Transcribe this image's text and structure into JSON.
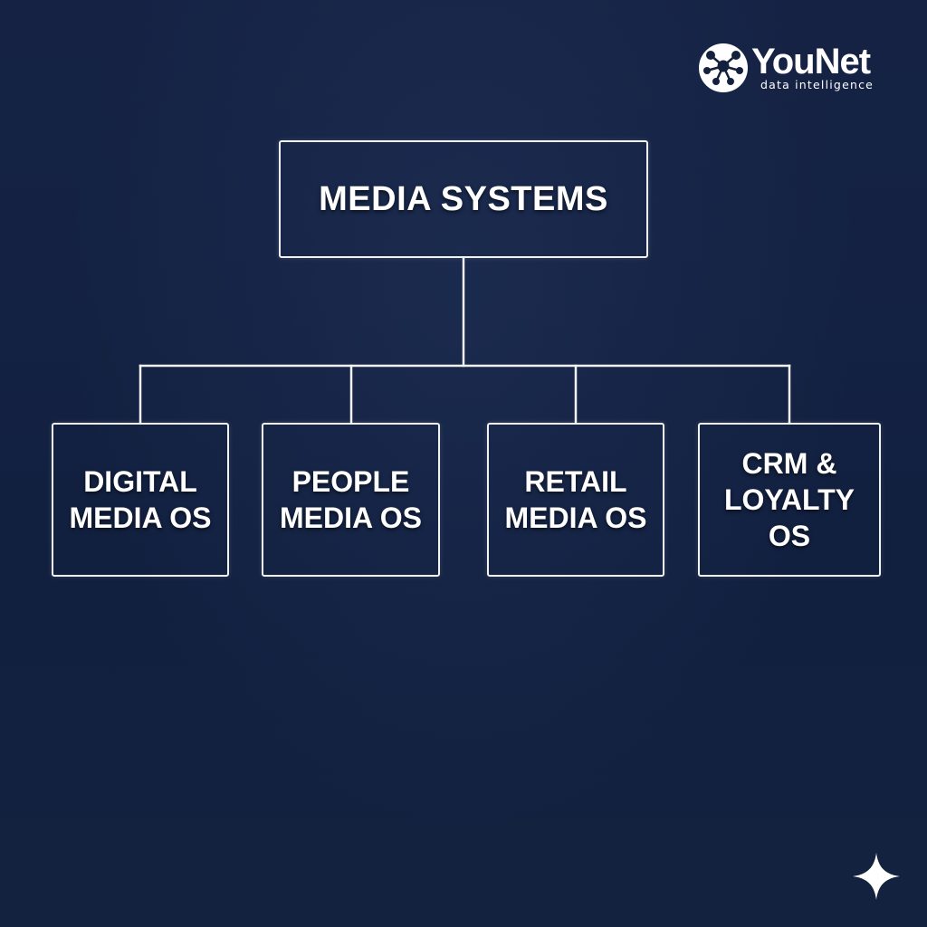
{
  "brand": {
    "name": "YouNet",
    "tagline": "data intelligence"
  },
  "diagram": {
    "type": "org-chart",
    "root": {
      "label": "MEDIA SYSTEMS"
    },
    "children": [
      {
        "label": "DIGITAL\nMEDIA OS"
      },
      {
        "label": "PEOPLE\nMEDIA OS"
      },
      {
        "label": "RETAIL\nMEDIA OS"
      },
      {
        "label": "CRM &\nLOYALTY\nOS"
      }
    ],
    "colors": {
      "background": "#14213d",
      "stroke": "#f2f2f2",
      "text": "#ffffff"
    }
  },
  "icons": {
    "logo": "younet-logo-icon",
    "corner": "sparkle-icon"
  }
}
